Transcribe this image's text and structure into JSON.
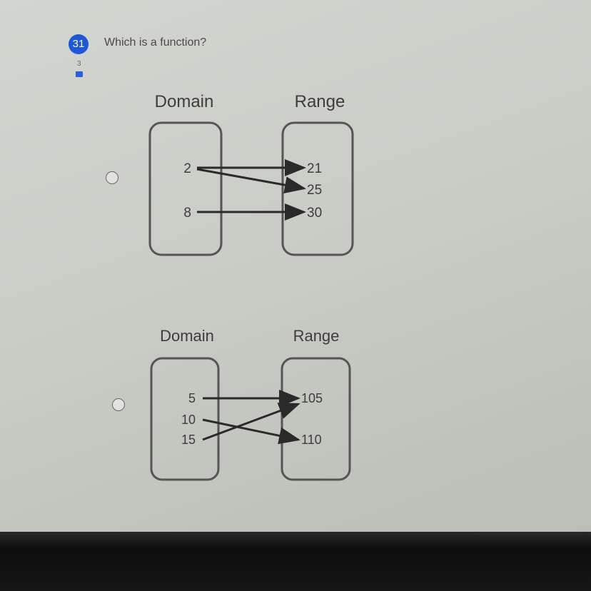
{
  "question": {
    "number": "31",
    "text": "Which is a function?",
    "points": "3"
  },
  "options": [
    {
      "domain_label": "Domain",
      "range_label": "Range",
      "domain": [
        "2",
        "8"
      ],
      "range": [
        "21",
        "25",
        "30"
      ],
      "mappings": [
        [
          "2",
          "21"
        ],
        [
          "2",
          "25"
        ],
        [
          "8",
          "30"
        ]
      ]
    },
    {
      "domain_label": "Domain",
      "range_label": "Range",
      "domain": [
        "5",
        "10",
        "15"
      ],
      "range": [
        "105",
        "110"
      ],
      "mappings": [
        [
          "5",
          "105"
        ],
        [
          "10",
          "110"
        ],
        [
          "15",
          "105"
        ]
      ]
    }
  ],
  "colors": {
    "badge": "#1f57d6"
  }
}
